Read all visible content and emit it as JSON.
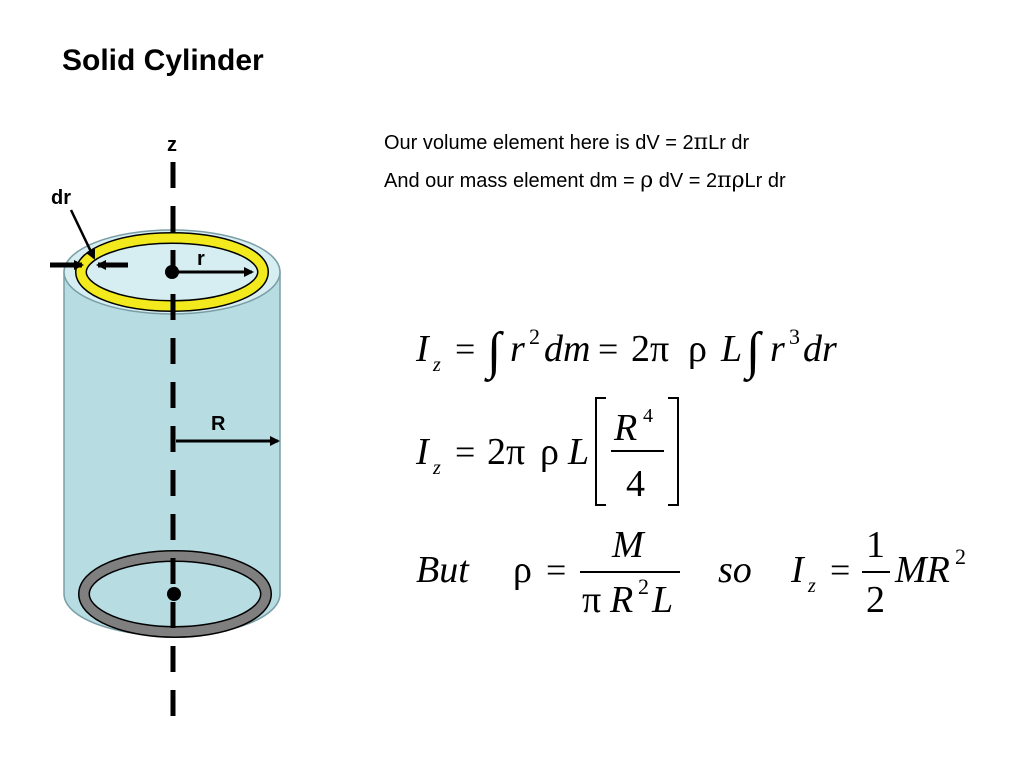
{
  "slide": {
    "title": "Solid Cylinder"
  },
  "text": {
    "line1_prefix": "Our volume element here is dV = 2",
    "line1_pi": "π",
    "line1_suffix": "Lr dr",
    "line2_prefix": "And our mass element dm = ",
    "line2_rho": "ρ",
    "line2_mid": " dV = 2",
    "line2_pi": "π",
    "line2_rho2": "ρ",
    "line2_suffix": "Lr dr"
  },
  "diagram": {
    "axis_label": "z",
    "dr_label": "dr",
    "r_label": "r",
    "R_label": "R",
    "colors": {
      "cylinder_fill": "#b7dde3",
      "top_face_fill": "#d6eef2",
      "shell_ring": "#f2ea1c",
      "bottom_ring": "#7f7f7f",
      "outline": "#000000"
    }
  },
  "equations": {
    "eq1": {
      "I": "I",
      "z": "z",
      "eq": "=",
      "int": "∫",
      "r": "r",
      "two": "2",
      "dm": "dm",
      "eq2": "=",
      "twopi": "2π",
      "rho": "ρ",
      "L": "L",
      "int2": "∫",
      "r2": "r",
      "three": "3",
      "dr": "dr"
    },
    "eq2": {
      "I": "I",
      "z": "z",
      "eq": "=",
      "twopi": "2π",
      "rho": "ρ",
      "L": "L",
      "R": "R",
      "four_exp": "4",
      "four_den": "4"
    },
    "eq3": {
      "but": "But",
      "rho": "ρ",
      "eq": "=",
      "M": "M",
      "pi": "π",
      "R": "R",
      "two": "2",
      "L": "L",
      "so": "so",
      "I": "I",
      "z": "z",
      "eq2": "=",
      "one": "1",
      "two_den": "2",
      "MR": "MR",
      "two_exp": "2"
    }
  }
}
